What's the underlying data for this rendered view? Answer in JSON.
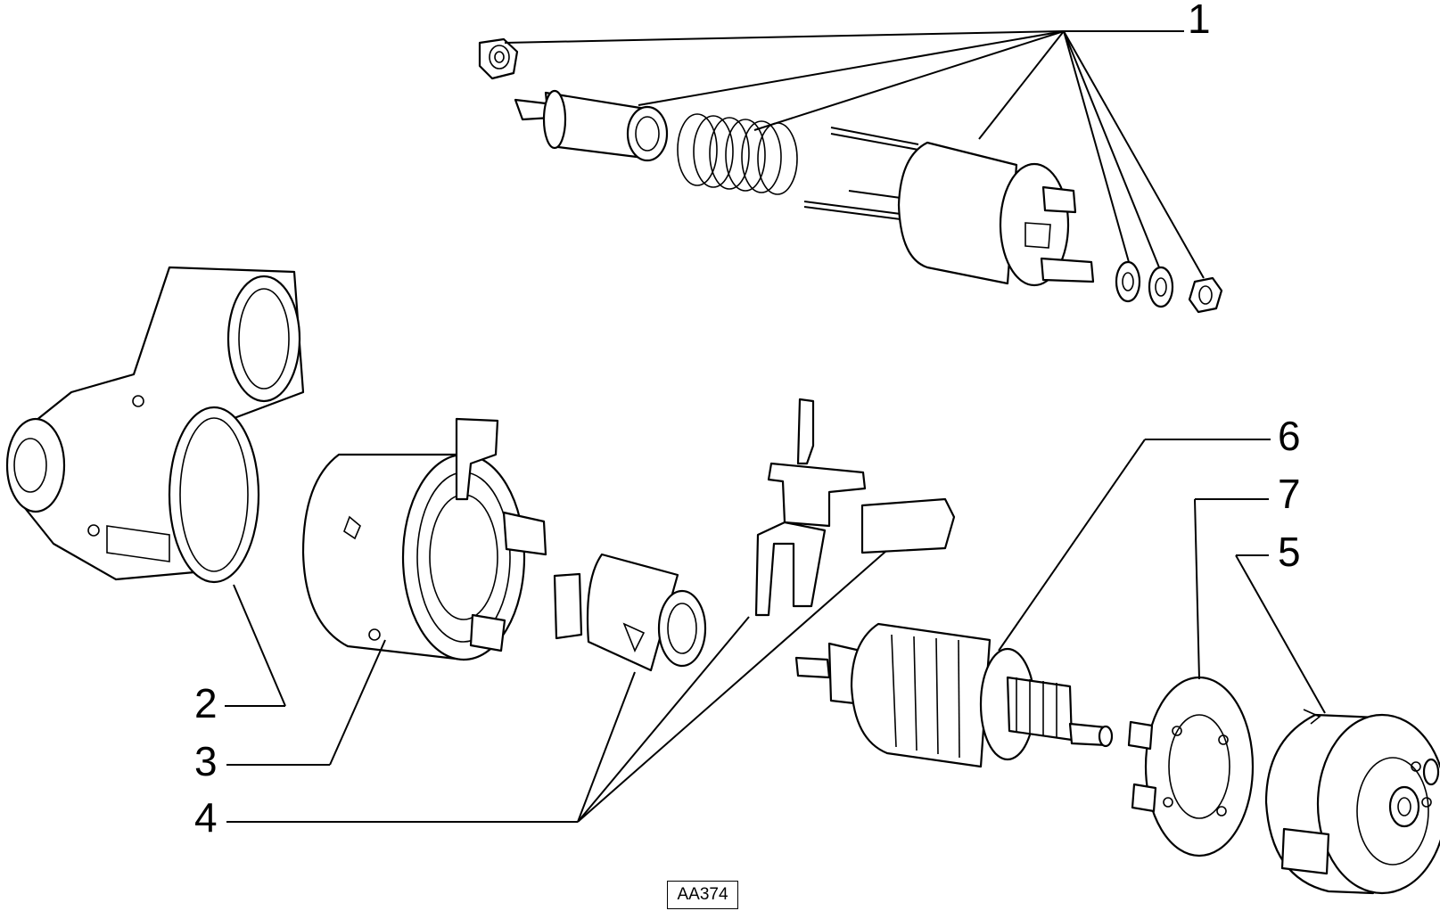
{
  "diagram": {
    "reference_code": "AA374",
    "callouts": [
      {
        "id": "1",
        "label": "1"
      },
      {
        "id": "2",
        "label": "2"
      },
      {
        "id": "3",
        "label": "3"
      },
      {
        "id": "4",
        "label": "4"
      },
      {
        "id": "5",
        "label": "5"
      },
      {
        "id": "6",
        "label": "6"
      },
      {
        "id": "7",
        "label": "7"
      }
    ]
  }
}
